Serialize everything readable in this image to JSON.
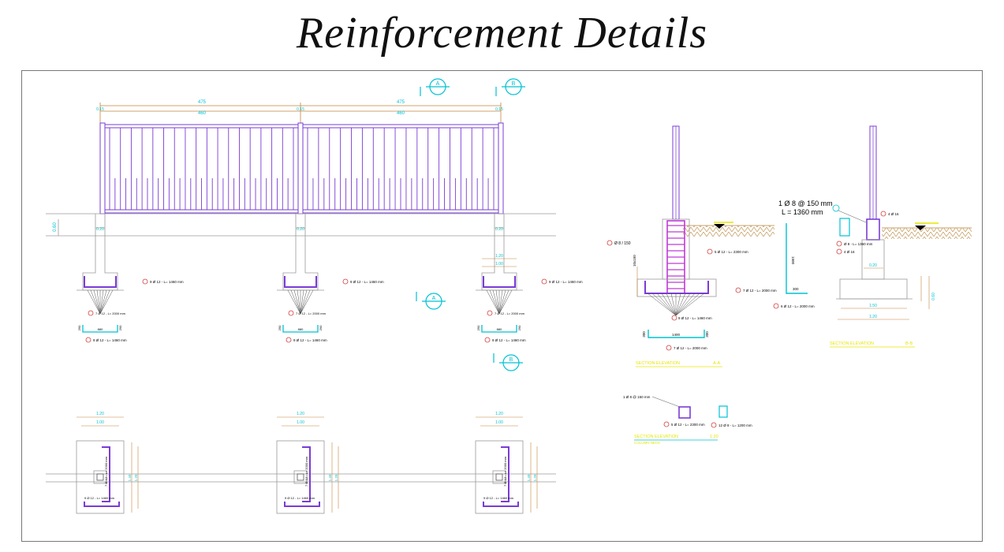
{
  "title": "Reinforcement Details",
  "section_markers": {
    "a": "A",
    "b": "B"
  },
  "elevation": {
    "dim_total": [
      "475",
      "475"
    ],
    "dim_clear": [
      "460",
      "460"
    ],
    "dim_posts": [
      "0.15",
      "0.15",
      "0.15"
    ],
    "level_height": "0.60",
    "neck_dims": [
      "0.20",
      "0.20",
      "0.20"
    ],
    "footing_dims": [
      "1.20",
      "1.00"
    ],
    "bar_top": "9 Ø 12 - L= 1460 mm",
    "bar_fan": "7 Ø 12 - L= 2000 mm",
    "bar_bottom": "9 Ø 12 - L= 1460 mm",
    "hook_dims": [
      "290",
      "880",
      "290"
    ]
  },
  "plan": {
    "footing_dims": [
      "1.20",
      "1.00"
    ],
    "side_dims": [
      "1.40",
      "1.20"
    ],
    "bar_vertical": "7 Ø 12 - L= 2000 mm",
    "bar_horizontal": "9 Ø 12 - L= 1460 mm"
  },
  "section_a": {
    "stirrup_label": "Ø 8 / 150",
    "hook_dim": "10x150",
    "bar_col": "5 Ø 12 - L= 2300 mm",
    "bar_right": "7 Ø 12 - L= 2000 mm",
    "bar_fan": "9 Ø 12 - L= 1460 mm",
    "bar_hook": "7 Ø 12 - L= 2000 mm",
    "bar_side": "6 Ø 12 - L= 2000 mm",
    "vert_dim": "1900",
    "vert_dim2": "300",
    "hook_dims": [
      "300",
      "1400",
      "300"
    ],
    "caption": "SECTION ELEVATION",
    "scale": "A-A"
  },
  "section_b": {
    "stirrup_title": "1 Ø 8 @ 150 mm",
    "stirrup_length": "L = 1360 mm",
    "bar_a": "4 Ø 16",
    "bar_b": "Ø 8 - L= 1360 mm",
    "bar_c": "4 Ø 16",
    "dim_neck": "0.20",
    "dim_foot": [
      "1.50",
      "1.20"
    ],
    "dim_height": "0.60",
    "caption": "SECTION ELEVATION",
    "scale": "B-B"
  },
  "details": {
    "stirrup_note": "1 Ø 8 @ 150 mm",
    "bar_col": "5 Ø 12 - L= 2300 mm",
    "bar_small": "12 Ø 8 - L= 1200 mm",
    "caption": "SECTION ELEVATION",
    "subcaption": "COLUMN NECK",
    "scale": "1:20"
  },
  "colors": {
    "rebar": "#7a3cd6",
    "dim_cyan": "#00c2d4",
    "dim_orange": "#c8843a",
    "note_red": "#d23b3b",
    "caption_yellow": "#e6e600",
    "concrete": "#9a9a9a",
    "soil": "#c9a36b"
  }
}
